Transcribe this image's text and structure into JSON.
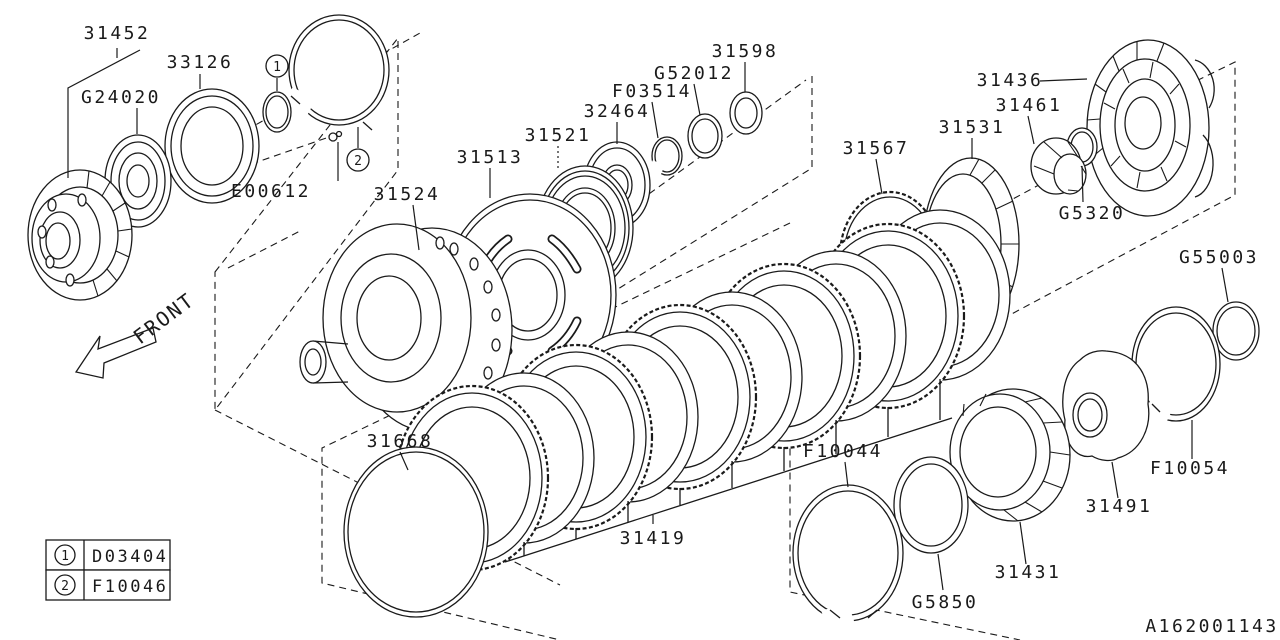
{
  "diagram_id": "A162001143",
  "front_label": "FRONT",
  "colors": {
    "line": "#1a1a1a",
    "background": "#ffffff"
  },
  "callouts": {
    "one": "1",
    "two": "2"
  },
  "legend": {
    "rows": [
      {
        "badge": "1",
        "code": "D03404"
      },
      {
        "badge": "2",
        "code": "F10046"
      }
    ]
  },
  "labels": {
    "p31452": "31452",
    "p33126": "33126",
    "g24020": "G24020",
    "e00612": "E00612",
    "p31524": "31524",
    "p31513": "31513",
    "p31521": "31521",
    "p32464": "32464",
    "f03514": "F03514",
    "g52012": "G52012",
    "p31598": "31598",
    "p31567": "31567",
    "p31531": "31531",
    "p31461": "31461",
    "g5320": "G5320",
    "p31436": "31436",
    "g55003": "G55003",
    "p31668": "31668",
    "p31419": "31419",
    "f10044": "F10044",
    "g5850": "G5850",
    "p31431": "31431",
    "p31491": "31491",
    "f10054": "F10054"
  }
}
